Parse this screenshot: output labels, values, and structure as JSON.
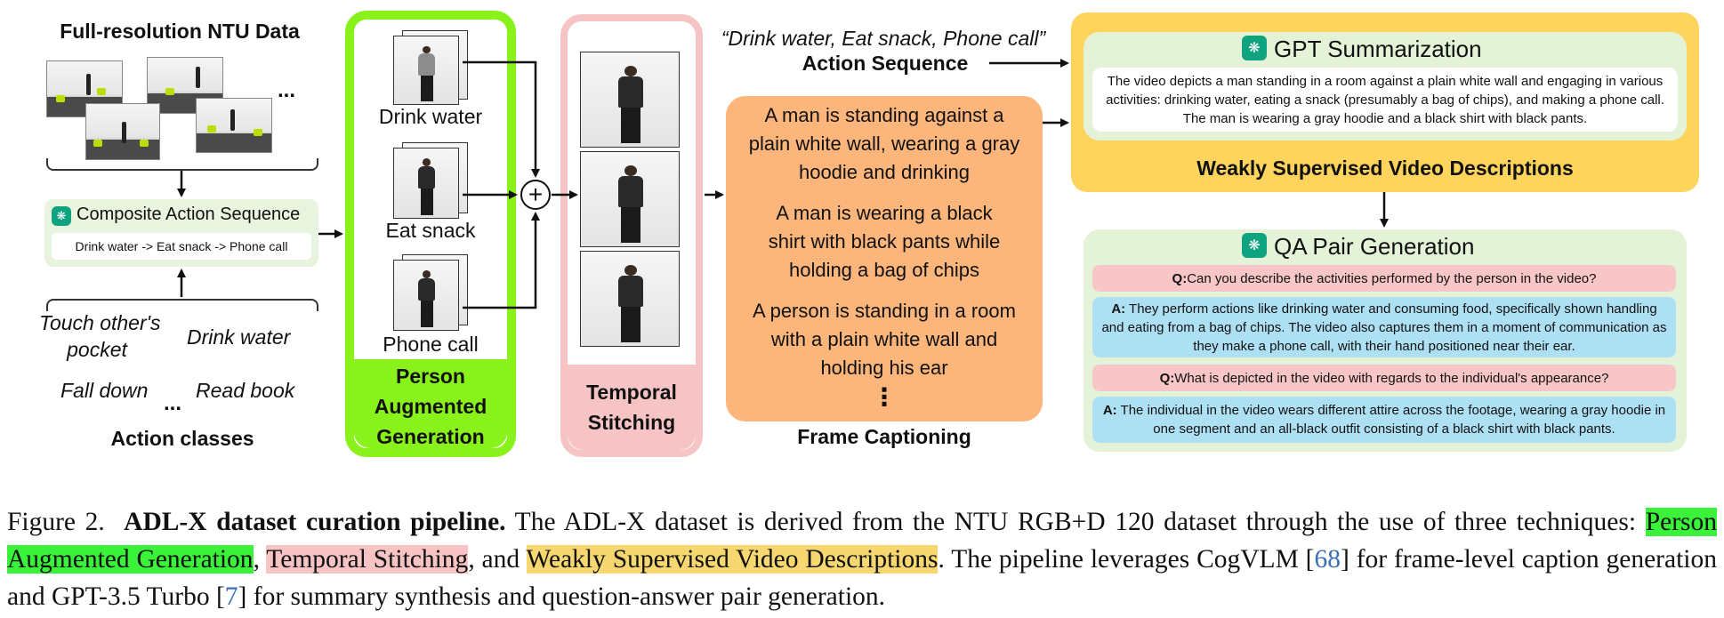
{
  "left": {
    "title": "Full-resolution NTU Data",
    "ellipsis_top": "...",
    "composite": {
      "title": "Composite Action Sequence",
      "sequence": "Drink water -> Eat snack -> Phone call"
    },
    "classes": [
      "Touch other's",
      "pocket",
      "Drink water",
      "Fall down",
      "Read book"
    ],
    "ellipsis_bottom": "...",
    "classes_title": "Action classes"
  },
  "person_augmented": {
    "frames": [
      "Drink water",
      "Eat snack",
      "Phone call"
    ],
    "label_lines": [
      "Person",
      "Augmented",
      "Generation"
    ],
    "combine_symbol": "+"
  },
  "temporal": {
    "label_lines": [
      "Temporal",
      "Stitching"
    ]
  },
  "captioning": {
    "captions": [
      [
        "A man is standing against a",
        "plain white wall, wearing a gray",
        "hoodie and drinking"
      ],
      [
        "A man is wearing a black",
        "shirt with black pants while",
        "holding a bag of chips"
      ],
      [
        "A person is standing in a room",
        "with a plain white wall and",
        "holding his ear"
      ]
    ],
    "dots": "⋮",
    "title": "Frame Captioning"
  },
  "action_sequence": {
    "quote": "“Drink water, Eat snack, Phone call”",
    "label": "Action Sequence"
  },
  "gpt_summary": {
    "title": "GPT Summarization",
    "text": "The video depicts a man standing in a room against a plain white wall and engaging in various activities: drinking water, eating a snack (presumably a bag of chips), and making a phone call. The man is wearing a gray hoodie and a black shirt with black pants.",
    "footer": "Weakly Supervised Video Descriptions"
  },
  "qa": {
    "title": "QA Pair Generation",
    "pairs": [
      {
        "q_prefix": "Q:",
        "q": " Can you describe the activities performed by the person in the video?",
        "a_prefix": "A:",
        "a": " They perform actions like drinking water and consuming food, specifically shown handling and eating from a bag of chips. The video also captures them in a moment of communication as they make a phone call, with their hand positioned near their ear."
      },
      {
        "q_prefix": "Q:",
        "q": " What is depicted in the video with regards to the individual's appearance?",
        "a_prefix": "A:",
        "a": " The individual in the video wears different attire across the footage, wearing a gray hoodie in one segment and an all-black outfit consisting of a black shirt with black pants."
      }
    ]
  },
  "caption": {
    "fig_label": "Figure 2.",
    "bold_title": "ADL-X dataset curation pipeline.",
    "t1": " The ADL-X dataset is derived from the NTU RGB+D 120 dataset through the use of three techniques: ",
    "hl1": "Person Augmented Generation",
    "t2": ", ",
    "hl2": "Temporal Stitching",
    "t3": ", and ",
    "hl3": "Weakly Supervised Video Descriptions",
    "t4": ". The pipeline leverages CogVLM [",
    "ref1": "68",
    "t5": "] for frame-level caption generation and GPT-3.5 Turbo [",
    "ref2": "7",
    "t6": "] for summary synthesis and question-answer pair generation."
  },
  "colors": {
    "green_panel": "#88f21a",
    "pink_panel": "#f7c4c6",
    "orange_caption": "#fcb57a",
    "yellow_summary": "#fed45c",
    "light_green_card": "#e4f2d8",
    "question_bg": "#f8c6c6",
    "answer_bg": "#aee0f4",
    "gpt_icon": "#10a37f",
    "ref_link": "#3b6fb6"
  },
  "icons": [
    "gpt-logo-icon",
    "plus-circle-icon",
    "arrow-icon"
  ]
}
